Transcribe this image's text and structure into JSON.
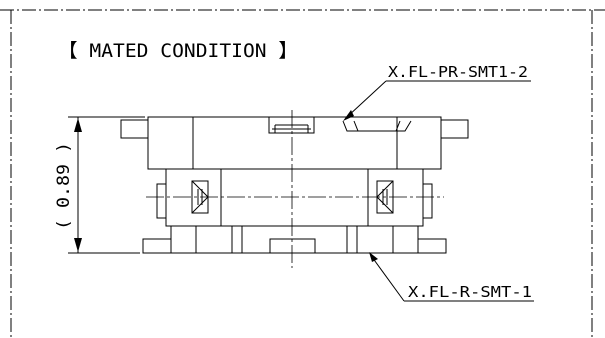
{
  "title": "【 MATED CONDITION 】",
  "dimension_label": "( 0.89 )",
  "callouts": {
    "upper": "X.FL-PR-SMT1-2",
    "lower": "X.FL-R-SMT-1"
  }
}
